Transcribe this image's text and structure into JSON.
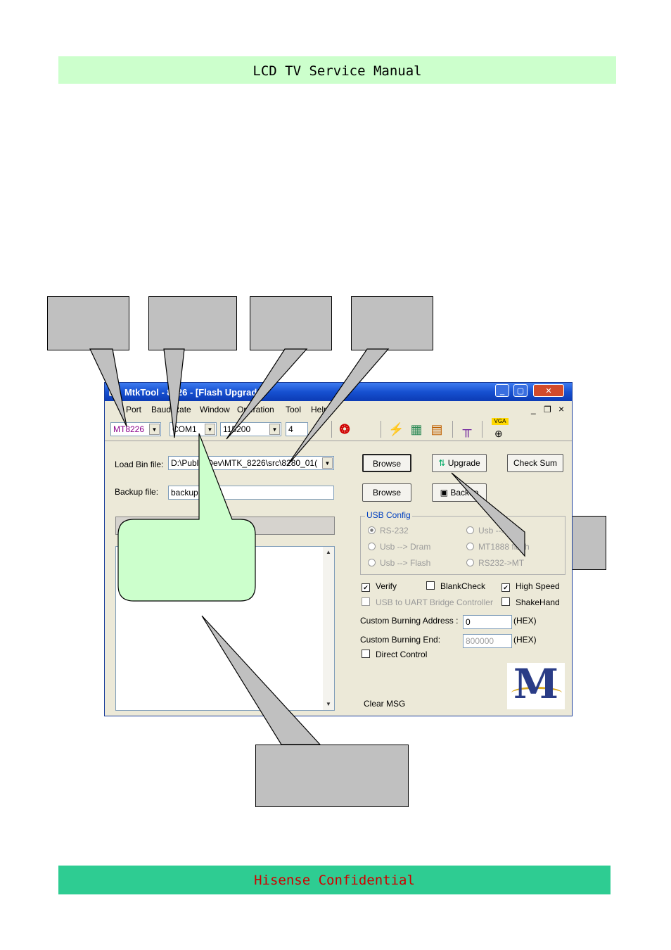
{
  "header": {
    "title": "LCD TV Service Manual"
  },
  "footer": {
    "text": "Hisense Confidential"
  },
  "window": {
    "title": "MtkTool - 8226 - [Flash Upgrade]",
    "minimize": "_",
    "maximize": "▢",
    "close": "✕",
    "menu": [
      "Port",
      "Baud Rate",
      "Window",
      "Operation",
      "Tool",
      "Help"
    ],
    "mdi_min": "_",
    "mdi_restore": "❐",
    "mdi_close": "×",
    "toolbar": {
      "chip": "MT8226",
      "port": "COM1",
      "baud": "115200",
      "count": "4",
      "icons": [
        "stop-icon",
        "chart-icon",
        "calculator-icon",
        "notepad-icon",
        "probe-icon",
        "vga-icon"
      ],
      "vga_label": "VGA"
    },
    "load_label": "Load Bin file:",
    "load_value": "D:\\Public\\Dev\\MTK_8226\\src\\8280_01(",
    "backup_label": "Backup file:",
    "backup_value": "backup",
    "browse": "Browse",
    "upgrade": "Upgrade",
    "check_sum": "Check Sum",
    "backup_btn": "Backup",
    "usb_config": {
      "title": "USB Config",
      "options": [
        "RS-232",
        "Usb --> MT",
        "Usb --> Dram",
        "MT1888 flash",
        "Usb --> Flash",
        "RS232->MT"
      ],
      "selected": "RS-232"
    },
    "checks": {
      "verify": "Verify",
      "blank_check": "BlankCheck",
      "high_speed": "High Speed",
      "usb_uart": "USB to UART Bridge Controller",
      "shake_hand": "ShakeHand",
      "direct_control": "Direct Control",
      "checked": [
        "Verify",
        "High Speed"
      ]
    },
    "addr_label": "Custom Burning  Address :",
    "addr_value": "0",
    "end_label": "Custom Burning  End:",
    "end_value": "800000",
    "hex": "(HEX)",
    "clear_msg": "Clear MSG",
    "logo_letter": "M"
  }
}
